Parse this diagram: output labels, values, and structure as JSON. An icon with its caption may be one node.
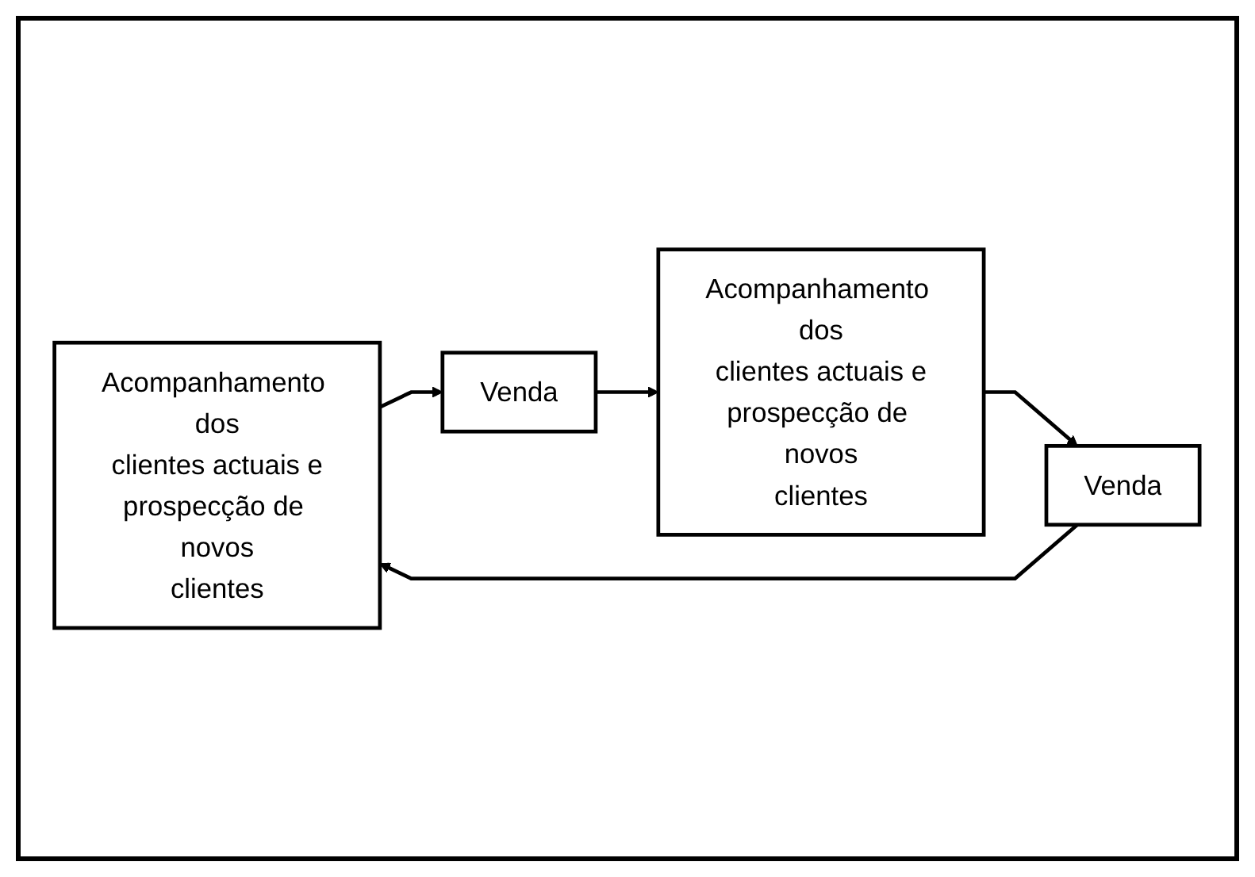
{
  "diagram": {
    "nodes": [
      {
        "text": [
          "Acompanhamento dos clientes actuais e prospecção de novos clientes"
        ]
      },
      {
        "text": [
          "Venda"
        ]
      },
      {
        "text": [
          "Acompanhamento dos clientes actuais e prospecção de novos clientes"
        ]
      },
      {
        "text": [
          "Venda"
        ]
      }
    ],
    "edges": [
      {
        "from": 0,
        "to": 1,
        "arrow": "to"
      },
      {
        "from": 1,
        "to": 2,
        "arrow": "to"
      },
      {
        "from": 2,
        "to": 3,
        "arrow": "to"
      },
      {
        "from": 3,
        "to": 0,
        "arrow": "to"
      }
    ]
  }
}
